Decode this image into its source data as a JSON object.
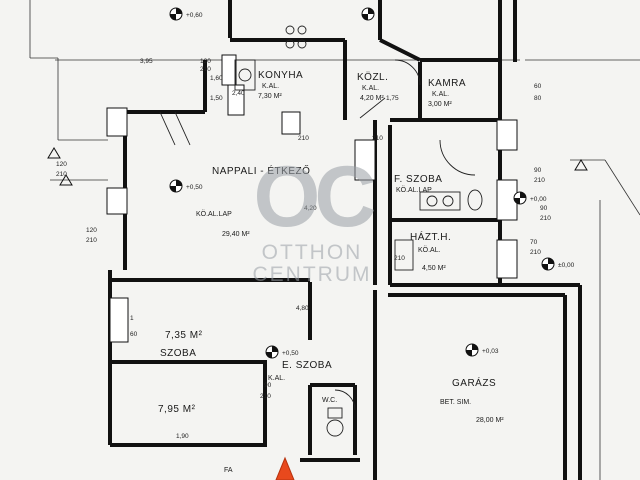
{
  "rooms": {
    "konyha": {
      "name": "KONYHA",
      "floor": "K.AL.",
      "area": "7,30 M²"
    },
    "kozl": {
      "name": "KÖZL.",
      "floor": "K.AL.",
      "area": "4,20 M²"
    },
    "kamra": {
      "name": "KAMRA",
      "floor": "K.AL.",
      "area": "3,00 M²"
    },
    "nappali": {
      "name": "NAPPALI - ÉTKEZŐ",
      "floor": "KÖ.AL.LAP",
      "area": "29,40 M²"
    },
    "fszoba": {
      "name": "F. SZOBA",
      "floor": "KÖ.AL.LAP",
      "area": ""
    },
    "hazt": {
      "name": "HÁZT.H.",
      "floor": "KÖ.AL.",
      "area": "4,50 M²"
    },
    "szoba1": {
      "name": "SZOBA",
      "area": "7,35 M²"
    },
    "szoba2": {
      "area": "7,95 M²"
    },
    "eszoba": {
      "name": "E. SZOBA",
      "floor": "K.AL."
    },
    "wc": {
      "name": "W.C."
    },
    "garazs": {
      "name": "GARÁZS",
      "floor": "BET. SIM.",
      "area": "28,00 M²"
    },
    "fa": {
      "name": "FA"
    }
  },
  "dimensions": {
    "d395": "3,95",
    "d120a": "120",
    "d210a": "210",
    "d160": "1,60",
    "d240": "2,40",
    "d150": "1,50",
    "d175": "1,75",
    "d60": "60",
    "d80": "80",
    "d210b": "210",
    "d120b": "120",
    "d210c": "210",
    "d120c": "120",
    "d210d": "210",
    "d420": "4,20",
    "d480": "4,80",
    "d90a": "90",
    "d210e": "210",
    "d90b": "90",
    "d210f": "210",
    "d70": "70",
    "d210g": "210",
    "d210h": "210",
    "d210i": "210",
    "d90c": "90",
    "d210j": "210",
    "d190": "1,90",
    "d1": "1",
    "d60b": "60",
    "lev1": "+0,60",
    "lev2": "+0,50",
    "lev3": "+0,00",
    "lev4": "±0,00",
    "lev5": "+0,03",
    "lev6": "+0,50"
  },
  "watermark": {
    "logo": "OC",
    "line1": "OTTHON",
    "line2": "CENTRUM"
  },
  "colors": {
    "ink": "#1a1a1a",
    "paper": "#f4f4f2",
    "watermark": "#9aa0a6",
    "marker": "#e8491d"
  }
}
